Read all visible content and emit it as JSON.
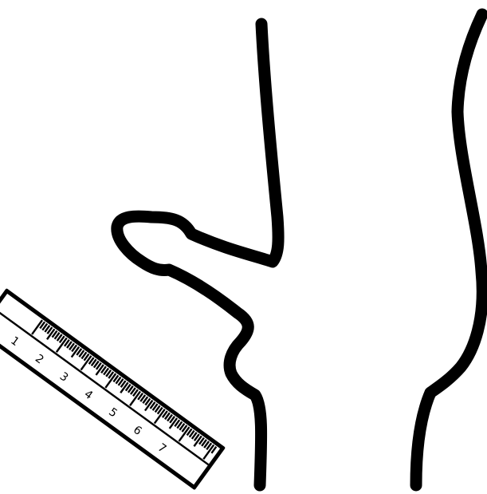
{
  "colors": {
    "background": "#ffffff",
    "outline": "#000000",
    "ruler_face": "#ffffff"
  },
  "ruler": {
    "labels": [
      "1",
      "2",
      "3",
      "4",
      "5",
      "6",
      "7"
    ]
  }
}
